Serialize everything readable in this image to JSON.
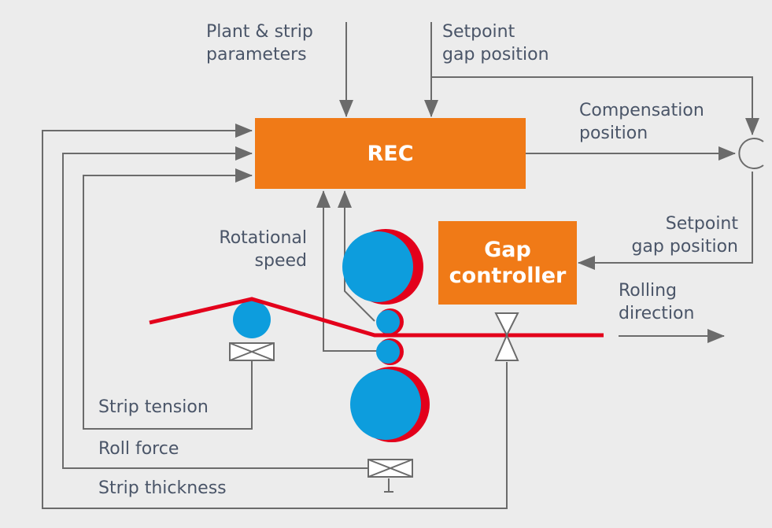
{
  "labels": {
    "plant_params": [
      "Plant & strip",
      "parameters"
    ],
    "setpoint_top": [
      "Setpoint",
      "gap position"
    ],
    "compensation": [
      "Compensation",
      "position"
    ],
    "setpoint_right": [
      "Setpoint",
      "gap position"
    ],
    "rotational_speed": [
      "Rotational",
      "speed"
    ],
    "rolling_direction": [
      "Rolling",
      "direction"
    ],
    "strip_tension": "Strip tension",
    "roll_force": "Roll force",
    "strip_thickness": "Strip thickness"
  },
  "blocks": {
    "rec": "REC",
    "gap_controller": [
      "Gap",
      "controller"
    ]
  },
  "colors": {
    "background": "#ececec",
    "block": "#f07a17",
    "line": "#6b6b6b",
    "strip": "#e3001b",
    "roll": "#0d9ddd",
    "text": "#4a5568"
  }
}
